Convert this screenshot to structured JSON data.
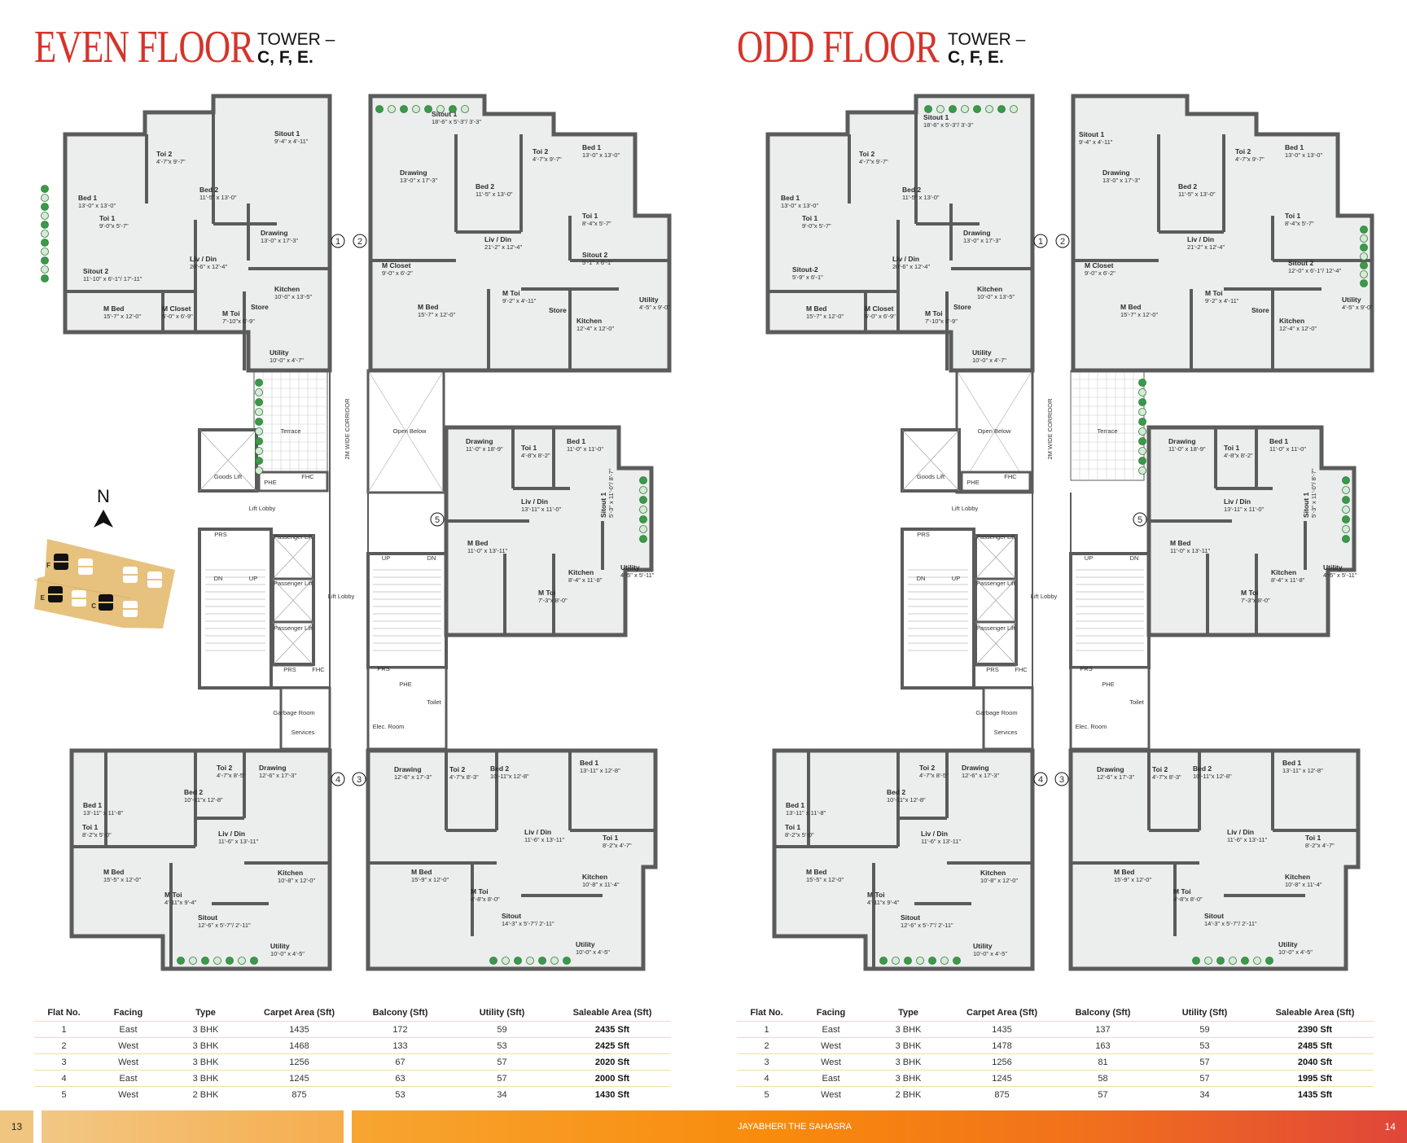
{
  "even": {
    "title": "EVEN FLOOR",
    "tower_line1": "TOWER –",
    "tower_line2": "C, F, E.",
    "flats": [
      {
        "no": "1",
        "rooms": [
          {
            "name": "Sitout 1",
            "dim": "9'-4\" x 4'-11\""
          },
          {
            "name": "Toi 2",
            "dim": "4'-7\"x 9'-7\""
          },
          {
            "name": "Bed 2",
            "dim": "11'-5\" x 13'-0\""
          },
          {
            "name": "Bed 1",
            "dim": "13'-0\" x 13'-0\""
          },
          {
            "name": "Toi 1",
            "dim": "9'-0\"x 5'-7\""
          },
          {
            "name": "Drawing",
            "dim": "13'-0\" x 17'-3\""
          },
          {
            "name": "Liv / Din",
            "dim": "20'-6\" x 12'-4\""
          },
          {
            "name": "Sitout 2",
            "dim": "11'-10\" x 6'-1\"/ 17'-11\""
          },
          {
            "name": "Kitchen",
            "dim": "10'-0\" x 13'-5\""
          },
          {
            "name": "M Bed",
            "dim": "15'-7\" x 12'-0\""
          },
          {
            "name": "M Closet",
            "dim": "5'-0\" x 6'-9\""
          },
          {
            "name": "Store",
            "dim": ""
          },
          {
            "name": "M Toi",
            "dim": "7'-10\"x 6'-9\""
          },
          {
            "name": "Utility",
            "dim": "10'-0\" x 4'-7\""
          }
        ]
      },
      {
        "no": "2",
        "rooms": [
          {
            "name": "Sitout 1",
            "dim": "18'-6\" x 5'-3\"/ 3'-3\""
          },
          {
            "name": "Toi 2",
            "dim": "4'-7\"x 9'-7\""
          },
          {
            "name": "Bed 1",
            "dim": "13'-0\" x 13'-0\""
          },
          {
            "name": "Drawing",
            "dim": "13'-0\" x 17'-3\""
          },
          {
            "name": "Bed 2",
            "dim": "11'-5\" x 13'-0\""
          },
          {
            "name": "Toi 1",
            "dim": "8'-4\"x 5'-7\""
          },
          {
            "name": "Liv / Din",
            "dim": "21'-2\" x 12'-4\""
          },
          {
            "name": "Sitout 2",
            "dim": "5'-1\" x 6'-1\""
          },
          {
            "name": "M Closet",
            "dim": "9'-0\" x 6'-2\""
          },
          {
            "name": "M Toi",
            "dim": "9'-2\" x 4'-11\""
          },
          {
            "name": "Store",
            "dim": ""
          },
          {
            "name": "Utility",
            "dim": "4'-5\" x 9'-0\""
          },
          {
            "name": "M Bed",
            "dim": "15'-7\" x 12'-0\""
          },
          {
            "name": "Kitchen",
            "dim": "12'-4\" x 12'-0\""
          }
        ]
      },
      {
        "no": "3",
        "rooms": [
          {
            "name": "Drawing",
            "dim": "12'-6\" x 17'-3\""
          },
          {
            "name": "Toi 2",
            "dim": "4'-7\"x 8'-3\""
          },
          {
            "name": "Bed 2",
            "dim": "10'-11\"x 12'-8\""
          },
          {
            "name": "Bed 1",
            "dim": "13'-11\" x 12'-8\""
          },
          {
            "name": "Toi 1",
            "dim": "8'-2\"x 4'-7\""
          },
          {
            "name": "Liv / Din",
            "dim": "11'-6\" x 13'-11\""
          },
          {
            "name": "M Bed",
            "dim": "15'-9\" x 12'-0\""
          },
          {
            "name": "Kitchen",
            "dim": "10'-8\" x 11'-4\""
          },
          {
            "name": "M Toi",
            "dim": "4'-8\"x 8'-0\""
          },
          {
            "name": "Sitout",
            "dim": "14'-3\" x 5'-7\"/ 2'-11\""
          },
          {
            "name": "Utility",
            "dim": "10'-0\" x 4'-5\""
          }
        ]
      },
      {
        "no": "4",
        "rooms": [
          {
            "name": "Toi 2",
            "dim": "4'-7\"x 8'-5\""
          },
          {
            "name": "Drawing",
            "dim": "12'-6\" x 17'-3\""
          },
          {
            "name": "Bed 2",
            "dim": "10'-11\"x 12'-8\""
          },
          {
            "name": "Bed 1",
            "dim": "13'-11\" x 11'-8\""
          },
          {
            "name": "Toi 1",
            "dim": "8'-2\"x 5'-0\""
          },
          {
            "name": "Liv / Din",
            "dim": "11'-6\" x 13'-11\""
          },
          {
            "name": "M Bed",
            "dim": "15'-5\" x 12'-0\""
          },
          {
            "name": "Kitchen",
            "dim": "10'-8\" x 12'-0\""
          },
          {
            "name": "M Toi",
            "dim": "4'-11\"x 9'-4\""
          },
          {
            "name": "Sitout",
            "dim": "12'-6\" x 5'-7\"/ 2'-11\""
          },
          {
            "name": "Utility",
            "dim": "10'-0\" x 4'-5\""
          }
        ]
      },
      {
        "no": "5",
        "rooms": [
          {
            "name": "Drawing",
            "dim": "11'-0\" x 18'-9\""
          },
          {
            "name": "Toi 1",
            "dim": "4'-8\"x 8'-2\""
          },
          {
            "name": "Bed 1",
            "dim": "11'-0\" x 11'-0\""
          },
          {
            "name": "Liv / Din",
            "dim": "13'-11\" x 11'-0\""
          },
          {
            "name": "Sitout 1",
            "dim": "5'-3\" x 11'-0\"/ 8'-7\""
          },
          {
            "name": "M Bed",
            "dim": "11'-0\" x 13'-11\""
          },
          {
            "name": "Kitchen",
            "dim": "8'-4\" x 11'-8\""
          },
          {
            "name": "Utility",
            "dim": "4'-5\" x 5'-11\""
          },
          {
            "name": "M Toi",
            "dim": "7'-3\"x 8'-0\""
          }
        ]
      }
    ],
    "core": [
      "Terrace",
      "2M WIDE CORRIDOR",
      "Open Below",
      "Goods Lift",
      "PHE",
      "FHC",
      "Lift Lobby",
      "PRS",
      "Passenger Lift",
      "Passenger Lift",
      "Passenger Lift",
      "DN",
      "UP",
      "Lift Lobby",
      "UP",
      "DN",
      "PRS",
      "FHC",
      "PRS",
      "PHE",
      "Toilet",
      "Garbage Room",
      "Services",
      "Elec. Room"
    ],
    "table": {
      "headers": [
        "Flat No.",
        "Facing",
        "Type",
        "Carpet Area (Sft)",
        "Balcony (Sft)",
        "Utility (Sft)",
        "Saleable Area (Sft)"
      ],
      "rows": [
        [
          "1",
          "East",
          "3 BHK",
          "1435",
          "172",
          "59",
          "2435 Sft"
        ],
        [
          "2",
          "West",
          "3 BHK",
          "1468",
          "133",
          "53",
          "2425 Sft"
        ],
        [
          "3",
          "West",
          "3 BHK",
          "1256",
          "67",
          "57",
          "2020 Sft"
        ],
        [
          "4",
          "East",
          "3 BHK",
          "1245",
          "63",
          "57",
          "2000 Sft"
        ],
        [
          "5",
          "West",
          "2 BHK",
          "875",
          "53",
          "34",
          "1430 Sft"
        ]
      ]
    }
  },
  "odd": {
    "title": "ODD FLOOR",
    "tower_line1": "TOWER –",
    "tower_line2": "C, F, E.",
    "flats": [
      {
        "no": "1",
        "rooms": [
          {
            "name": "Sitout 1",
            "dim": "18'-6\" x 5'-3\"/ 3'-3\""
          },
          {
            "name": "Toi 2",
            "dim": "4'-7\"x 9'-7\""
          },
          {
            "name": "Bed 2",
            "dim": "11'-5\" x 13'-0\""
          },
          {
            "name": "Bed 1",
            "dim": "13'-0\" x 13'-0\""
          },
          {
            "name": "Toi 1",
            "dim": "9'-0\"x 5'-7\""
          },
          {
            "name": "Drawing",
            "dim": "13'-0\" x 17'-3\""
          },
          {
            "name": "Liv / Din",
            "dim": "20'-6\" x 12'-4\""
          },
          {
            "name": "Sitout-2",
            "dim": "5'-9\" x 6'-1\""
          },
          {
            "name": "Kitchen",
            "dim": "10'-0\" x 13'-5\""
          },
          {
            "name": "M Bed",
            "dim": "15'-7\" x 12'-0\""
          },
          {
            "name": "M Closet",
            "dim": "5'-0\" x 6'-9\""
          },
          {
            "name": "Store",
            "dim": ""
          },
          {
            "name": "M Toi",
            "dim": "7'-10\"x 6'-9\""
          },
          {
            "name": "Utility",
            "dim": "10'-0\" x 4'-7\""
          }
        ]
      },
      {
        "no": "2",
        "rooms": [
          {
            "name": "Sitout 1",
            "dim": "9'-4\" x 4'-11\""
          },
          {
            "name": "Toi 2",
            "dim": "4'-7\"x 9'-7\""
          },
          {
            "name": "Bed 1",
            "dim": "13'-0\" x 13'-0\""
          },
          {
            "name": "Drawing",
            "dim": "13'-0\" x 17'-3\""
          },
          {
            "name": "Bed 2",
            "dim": "11'-5\" x 13'-0\""
          },
          {
            "name": "Toi 1",
            "dim": "8'-4\"x 5'-7\""
          },
          {
            "name": "Liv / Din",
            "dim": "21'-2\" x 12'-4\""
          },
          {
            "name": "Sitout 2",
            "dim": "12'-0\" x 6'-1\"/ 12'-4\""
          },
          {
            "name": "M Closet",
            "dim": "9'-0\" x 6'-2\""
          },
          {
            "name": "M Toi",
            "dim": "9'-2\" x 4'-11\""
          },
          {
            "name": "Store",
            "dim": ""
          },
          {
            "name": "Utility",
            "dim": "4'-5\" x 9'-0\""
          },
          {
            "name": "M Bed",
            "dim": "15'-7\" x 12'-0\""
          },
          {
            "name": "Kitchen",
            "dim": "12'-4\" x 12'-0\""
          }
        ]
      },
      {
        "no": "3",
        "rooms": [
          {
            "name": "Drawing",
            "dim": "12'-6\" x 17'-3\""
          },
          {
            "name": "Toi 2",
            "dim": "4'-7\"x 8'-3\""
          },
          {
            "name": "Bed 2",
            "dim": "10'-11\"x 12'-8\""
          },
          {
            "name": "Bed 1",
            "dim": "13'-11\" x 12'-8\""
          },
          {
            "name": "Toi 1",
            "dim": "8'-2\"x 4'-7\""
          },
          {
            "name": "Liv / Din",
            "dim": "11'-6\" x 13'-11\""
          },
          {
            "name": "M Bed",
            "dim": "15'-9\" x 12'-0\""
          },
          {
            "name": "Kitchen",
            "dim": "10'-8\" x 11'-4\""
          },
          {
            "name": "M Toi",
            "dim": "4'-8\"x 8'-0\""
          },
          {
            "name": "Sitout",
            "dim": "14'-3\" x 5'-7\"/ 2'-11\""
          },
          {
            "name": "Utility",
            "dim": "10'-0\" x 4'-5\""
          }
        ]
      },
      {
        "no": "4",
        "rooms": [
          {
            "name": "Toi 2",
            "dim": "4'-7\"x 8'-5\""
          },
          {
            "name": "Drawing",
            "dim": "12'-6\" x 17'-3\""
          },
          {
            "name": "Bed 2",
            "dim": "10'-11\"x 12'-8\""
          },
          {
            "name": "Bed 1",
            "dim": "13'-11\" x 11'-8\""
          },
          {
            "name": "Toi 1",
            "dim": "8'-2\"x 5'-0\""
          },
          {
            "name": "Liv / Din",
            "dim": "11'-6\" x 13'-11\""
          },
          {
            "name": "M Bed",
            "dim": "15'-5\" x 12'-0\""
          },
          {
            "name": "Kitchen",
            "dim": "10'-8\" x 12'-0\""
          },
          {
            "name": "M Toi",
            "dim": "4'-11\"x 9'-4\""
          },
          {
            "name": "Sitout",
            "dim": "12'-6\" x 5'-7\"/ 2'-11\""
          },
          {
            "name": "Utility",
            "dim": "10'-0\" x 4'-5\""
          }
        ]
      },
      {
        "no": "5",
        "rooms": [
          {
            "name": "Drawing",
            "dim": "11'-0\" x 18'-9\""
          },
          {
            "name": "Toi 1",
            "dim": "4'-8\"x 8'-2\""
          },
          {
            "name": "Bed 1",
            "dim": "11'-0\" x 11'-0\""
          },
          {
            "name": "Liv / Din",
            "dim": "13'-11\" x 11'-0\""
          },
          {
            "name": "Sitout 1",
            "dim": "5'-3\" x 11'-0\"/ 8'-7\""
          },
          {
            "name": "M Bed",
            "dim": "11'-0\" x 13'-11\""
          },
          {
            "name": "Kitchen",
            "dim": "8'-4\" x 11'-8\""
          },
          {
            "name": "Utility",
            "dim": "4'-5\" x 5'-11\""
          },
          {
            "name": "M Toi",
            "dim": "7'-3\"x 8'-0\""
          }
        ]
      }
    ],
    "core": [
      "Terrace",
      "2M WIDE CORRIDOR",
      "Open Below",
      "Goods Lift",
      "PHE",
      "FHC",
      "Lift Lobby",
      "PRS",
      "Passenger Lift",
      "Passenger Lift",
      "Passenger Lift",
      "DN",
      "UP",
      "Lift Lobby",
      "UP",
      "DN",
      "PRS",
      "FHC",
      "PRS",
      "PHE",
      "Toilet",
      "Garbage Room",
      "Services",
      "Elec. Room"
    ],
    "table": {
      "headers": [
        "Flat No.",
        "Facing",
        "Type",
        "Carpet Area (Sft)",
        "Balcony (Sft)",
        "Utility (Sft)",
        "Saleable Area (Sft)"
      ],
      "rows": [
        [
          "1",
          "East",
          "3 BHK",
          "1435",
          "137",
          "59",
          "2390 Sft"
        ],
        [
          "2",
          "West",
          "3 BHK",
          "1478",
          "163",
          "53",
          "2485 Sft"
        ],
        [
          "3",
          "West",
          "3 BHK",
          "1256",
          "81",
          "57",
          "2040 Sft"
        ],
        [
          "4",
          "East",
          "3 BHK",
          "1245",
          "58",
          "57",
          "1995 Sft"
        ],
        [
          "5",
          "West",
          "2 BHK",
          "875",
          "57",
          "34",
          "1435 Sft"
        ]
      ]
    }
  },
  "compass": {
    "label": "N",
    "icon": "north-arrow-icon"
  },
  "key_plan": {
    "towers_highlighted": [
      "F",
      "E",
      "C"
    ],
    "land_color": "#e6c27e"
  },
  "footer": {
    "left_page": "13",
    "right_page": "14",
    "project": "JAYABHERI THE SAHASRA"
  },
  "colors": {
    "title": "#d5342b",
    "wall": "#5b5b5b",
    "floor": "#eceeed",
    "plant": "#3a9a4a",
    "footer_start": "#f7a531",
    "footer_mid": "#f88b0c",
    "footer_end": "#e0463a"
  }
}
